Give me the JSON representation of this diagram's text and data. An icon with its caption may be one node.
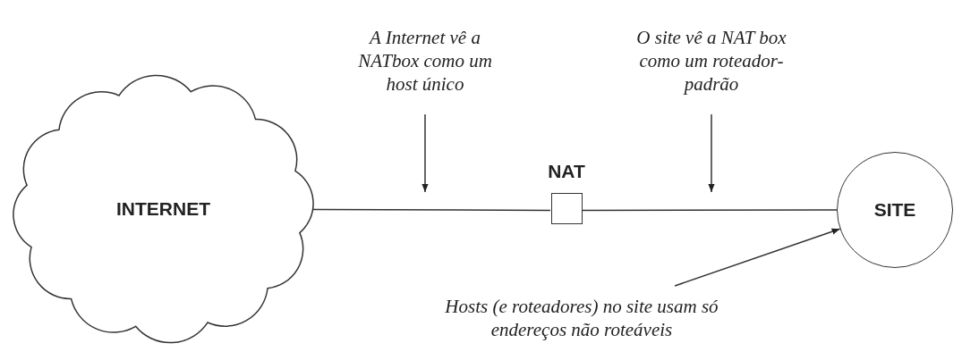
{
  "diagram": {
    "nodes": [
      {
        "text": [
          "INTERNET"
        ]
      },
      {
        "text": [
          "NAT"
        ]
      },
      {
        "text": [
          "SITE"
        ]
      },
      {
        "text": [
          "A Internet vê a NATbox como um host único"
        ]
      },
      {
        "text": [
          "O site vê a NAT box como um roteador-padrão"
        ]
      },
      {
        "text": [
          "Hosts (e roteadores) no site usam só endereços não roteáveis"
        ]
      }
    ],
    "edges": [
      {
        "from": 0,
        "to": 1,
        "arrow": "none"
      },
      {
        "from": 1,
        "to": 2,
        "arrow": "none"
      },
      {
        "from": 3,
        "to": null,
        "arrow": "to"
      },
      {
        "from": 4,
        "to": null,
        "arrow": "to"
      },
      {
        "from": 5,
        "to": 2,
        "arrow": "to"
      }
    ]
  }
}
